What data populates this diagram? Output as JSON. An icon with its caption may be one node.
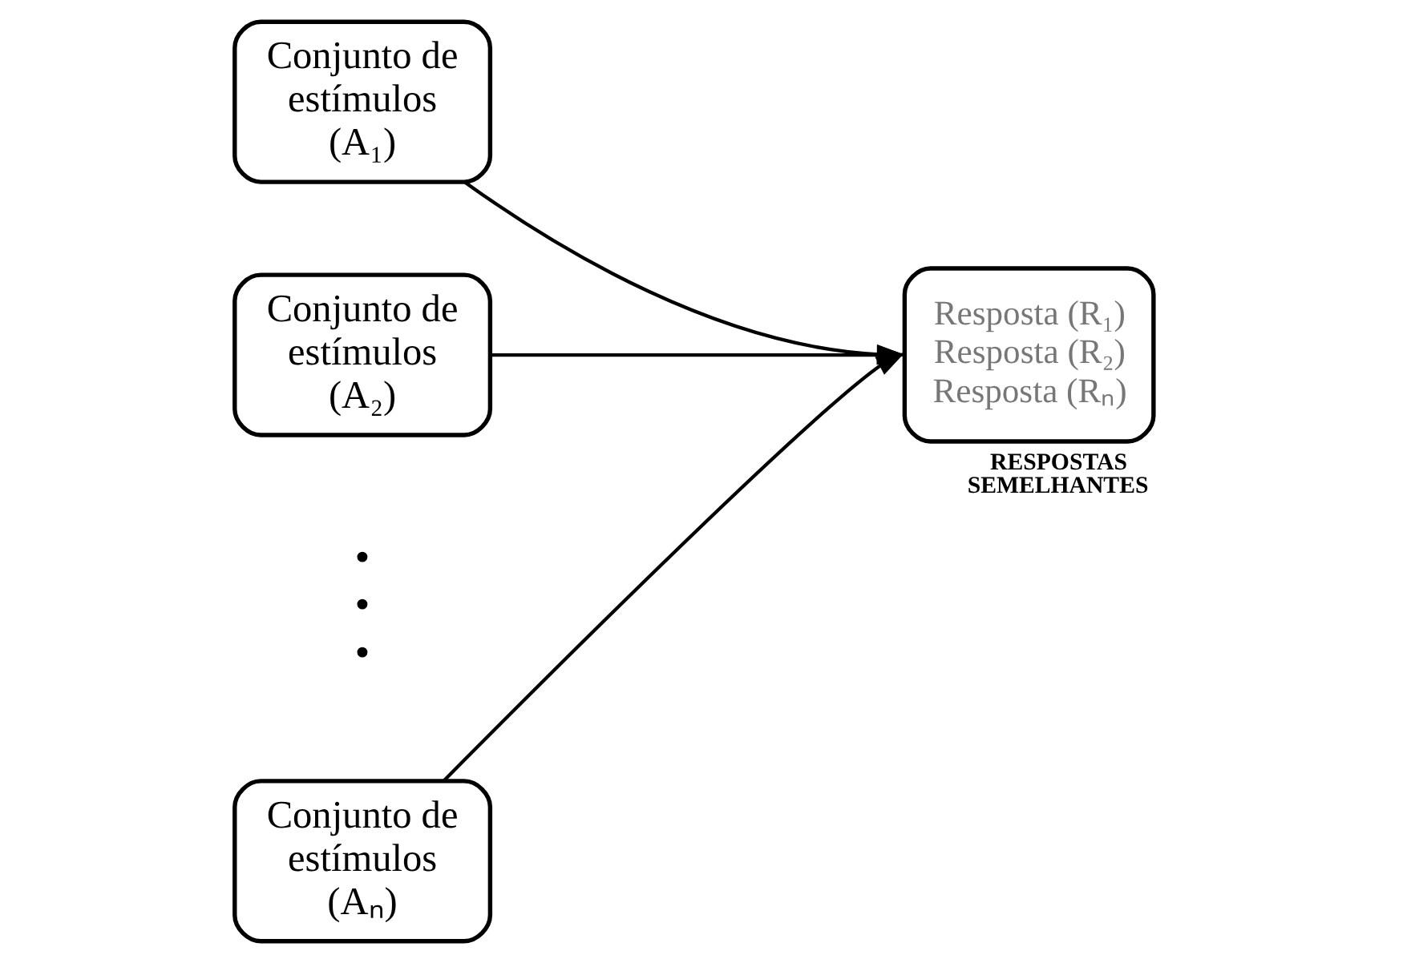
{
  "diagram": {
    "nodes": [
      {
        "text": [
          "Conjunto de estímulos (A₁)"
        ]
      },
      {
        "text": [
          "Conjunto de estímulos (A₂)"
        ]
      },
      {
        "text": [
          "Conjunto de estímulos (Aₙ)"
        ]
      },
      {
        "text": [
          "Resposta (R₁)",
          "Resposta (R₂)",
          "Resposta (Rₙ)"
        ],
        "beside": [
          "RESPOSTAS SEMELHANTES"
        ]
      }
    ],
    "edges": [
      {
        "from": 0,
        "to": 3,
        "arrow": "to"
      },
      {
        "from": 1,
        "to": 3,
        "arrow": "to"
      },
      {
        "from": 2,
        "to": 3,
        "arrow": "to"
      }
    ],
    "labels": [
      "•",
      "•",
      "•"
    ]
  }
}
